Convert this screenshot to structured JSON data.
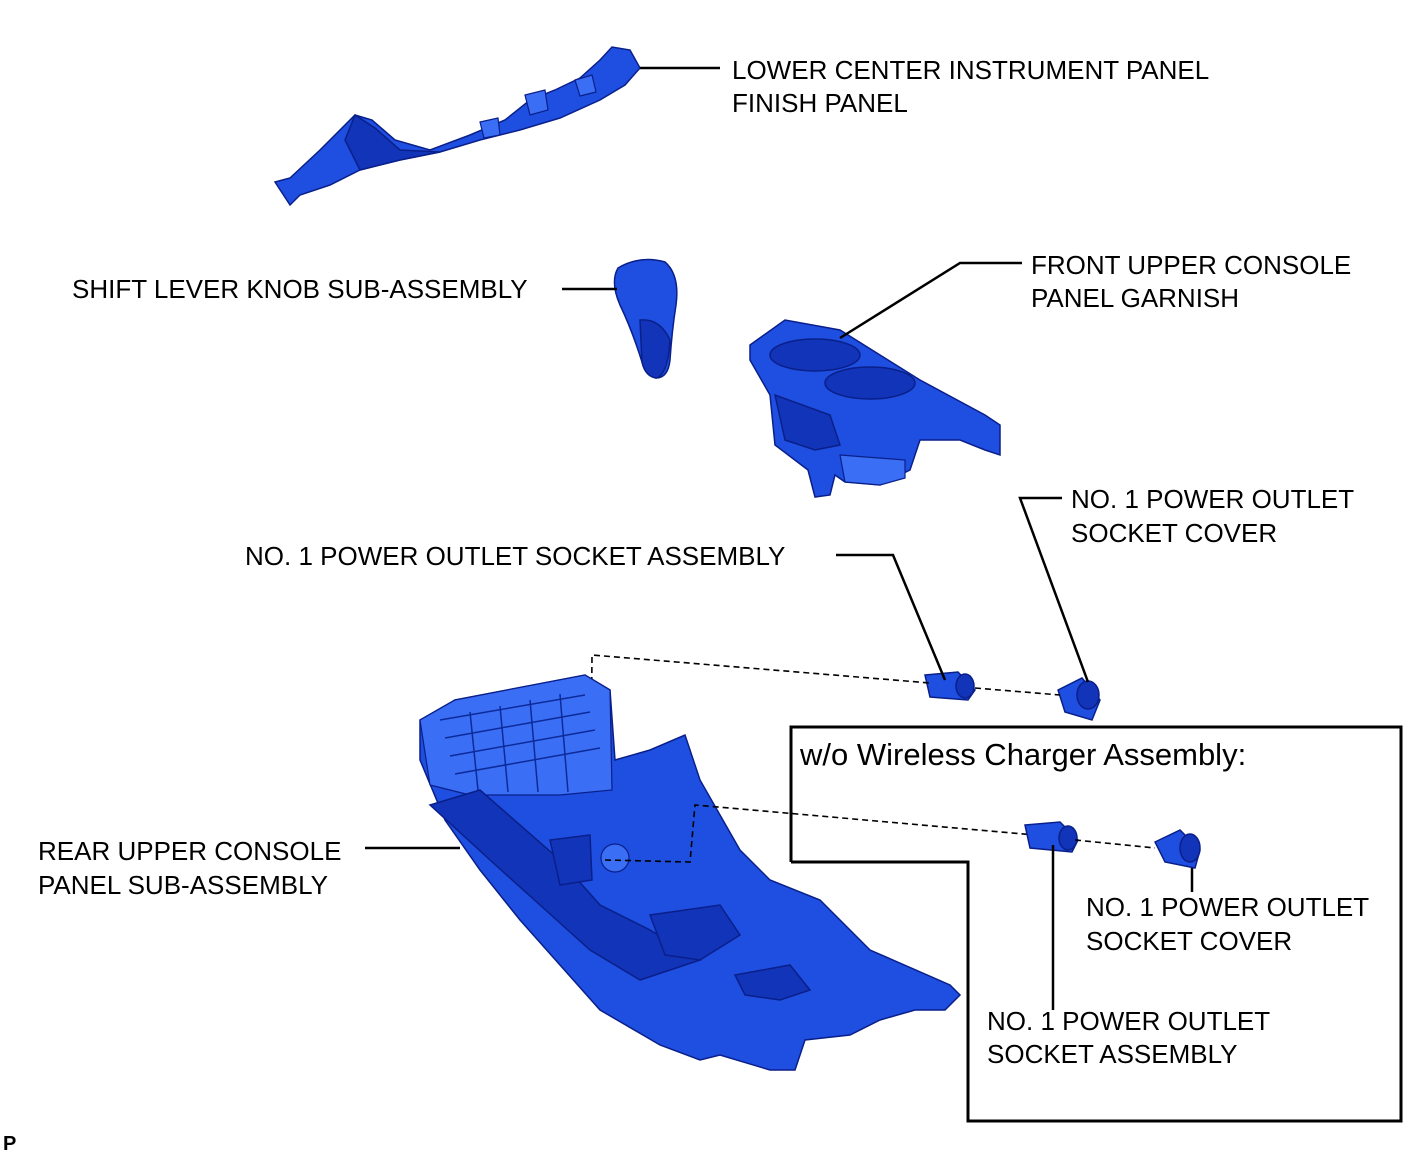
{
  "labels": {
    "lower_center_panel": [
      "LOWER CENTER INSTRUMENT PANEL",
      "FINISH PANEL"
    ],
    "shift_knob": "SHIFT LEVER KNOB SUB-ASSEMBLY",
    "front_upper_garnish": [
      "FRONT UPPER CONSOLE",
      "PANEL GARNISH"
    ],
    "socket_cover_main": [
      "NO. 1 POWER OUTLET",
      "SOCKET COVER"
    ],
    "socket_assembly_main": "NO. 1 POWER OUTLET SOCKET ASSEMBLY",
    "rear_upper_console": [
      "REAR UPPER CONSOLE",
      "PANEL SUB-ASSEMBLY"
    ],
    "inset_title": "w/o Wireless Charger Assembly:",
    "socket_cover_inset": [
      "NO. 1 POWER OUTLET",
      "SOCKET COVER"
    ],
    "socket_assembly_inset": [
      "NO. 1 POWER OUTLET",
      "SOCKET ASSEMBLY"
    ],
    "page_ref": "P"
  },
  "colors": {
    "part_fill": "#1e4fe0",
    "part_outline": "#0a1f8a",
    "line": "#000000"
  }
}
